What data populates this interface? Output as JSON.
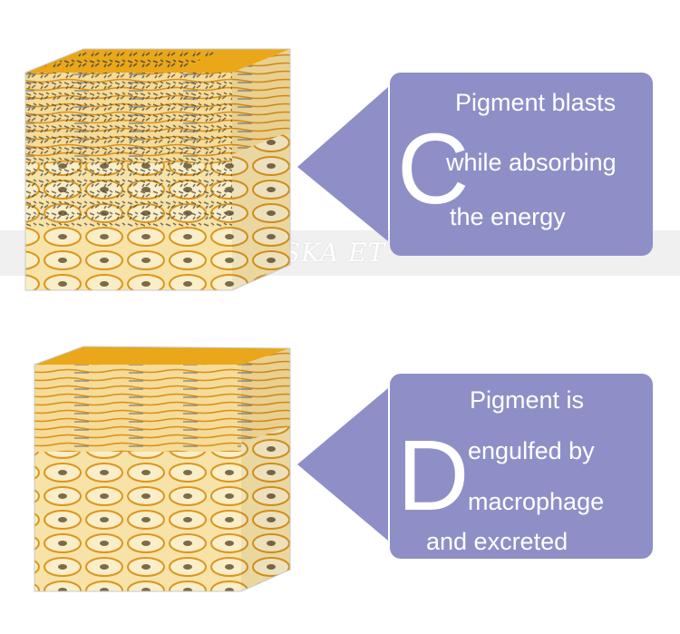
{
  "watermark": "SKA ET",
  "colors": {
    "box": "#8e8fc7",
    "skin_top": "#eaa719",
    "skin_cells": "#f6dfa0",
    "cell_border": "#d9901a"
  },
  "panels": [
    {
      "id": "c",
      "drop_cap": "C",
      "lines": [
        "Pigment blasts",
        "while absorbing",
        "the energy"
      ]
    },
    {
      "id": "d",
      "drop_cap": "D",
      "lines": [
        "Pigment is",
        "engulfed by",
        "macrophage",
        "and excreted"
      ]
    }
  ]
}
